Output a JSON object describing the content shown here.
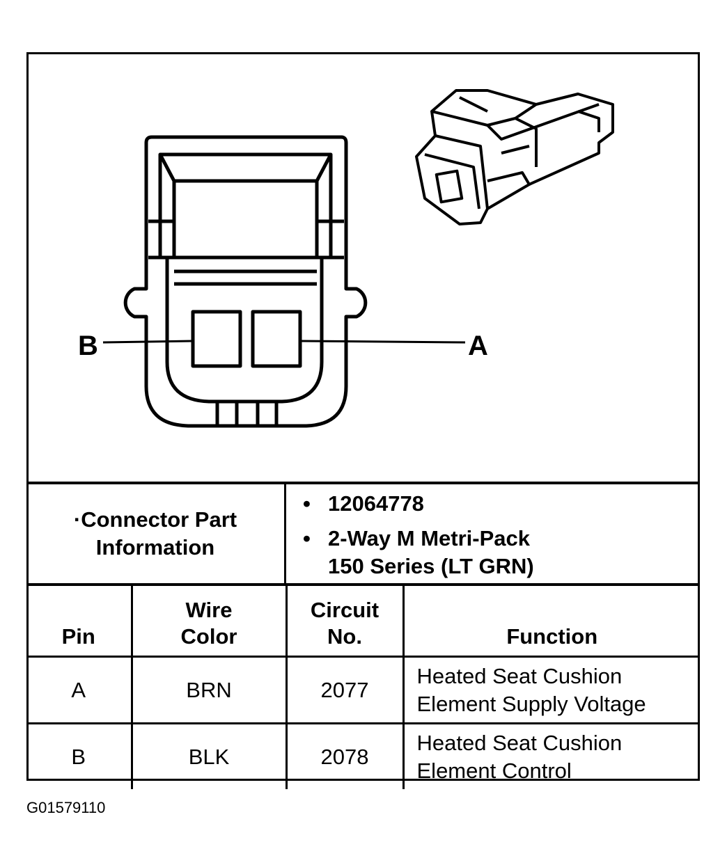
{
  "pin_callouts": {
    "left": "B",
    "right": "A"
  },
  "connector_info": {
    "label_line1": "·Connector Part",
    "label_line2": "Information",
    "items": [
      "12064778",
      "2-Way M Metri-Pack",
      "150 Series (LT GRN)"
    ]
  },
  "table": {
    "headers": {
      "pin": "Pin",
      "wire_line1": "Wire",
      "wire_line2": "Color",
      "circuit_line1": "Circuit",
      "circuit_line2": "No.",
      "function": "Function"
    },
    "rows": [
      {
        "pin": "A",
        "color": "BRN",
        "circuit": "2077",
        "function_line1": "Heated Seat Cushion",
        "function_line2": "Element Supply Voltage"
      },
      {
        "pin": "B",
        "color": "BLK",
        "circuit": "2078",
        "function_line1": "Heated Seat Cushion",
        "function_line2": "Element Control"
      }
    ]
  },
  "figure_code": "G01579110"
}
